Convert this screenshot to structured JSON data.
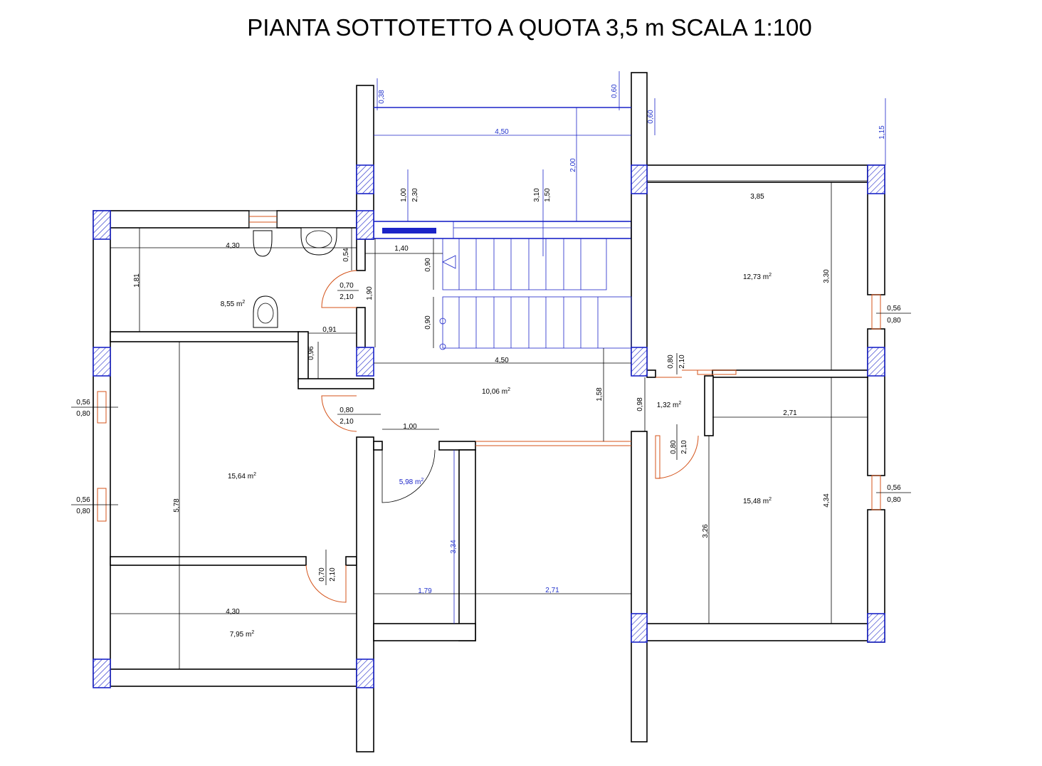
{
  "title": "PIANTA SOTTOTETTO A QUOTA 3,5 m  SCALA 1:100",
  "area_unit": "m",
  "area_exp": "2",
  "rooms": [
    {
      "id": "bath",
      "area": "8,55"
    },
    {
      "id": "hall",
      "area": "10,06"
    },
    {
      "id": "bed_left",
      "area": "15,64"
    },
    {
      "id": "bottom_left",
      "area": "7,95"
    },
    {
      "id": "closet",
      "area": "5,98"
    },
    {
      "id": "corridor_small",
      "area": "1,32"
    },
    {
      "id": "bed_right_top",
      "area": "12,73"
    },
    {
      "id": "bed_right_bottom",
      "area": "15,48"
    }
  ],
  "dimensions": {
    "top_038": "0,38",
    "top_060a": "0,60",
    "top_060b": "0,60",
    "top_115": "1,15",
    "top_450": "4,50",
    "top_200": "2,00",
    "stair_100": "1,00",
    "stair_230": "2,30",
    "stair_310": "3,10",
    "stair_150": "1,50",
    "right_385": "3,85",
    "right_330": "3,30",
    "bath_430": "4,30",
    "bath_181": "1,81",
    "bath_054": "0,54",
    "stair_140": "1,40",
    "stair_090a": "0,90",
    "stair_090b": "0,90",
    "hall_190": "1,90",
    "bath_091": "0,91",
    "bath_096": "0,96",
    "hall_450": "4,50",
    "hall_158": "1,58",
    "corr_098": "0,98",
    "closet_100": "1,00",
    "right_271a": "2,71",
    "right_434": "4,34",
    "right_326": "3,26",
    "left_578": "5,78",
    "closet_334": "3,34",
    "bottom_179": "1,79",
    "bottom_271": "2,71",
    "bottom_430": "4,30"
  },
  "openings": {
    "door_bath_w": "0,70",
    "door_bath_h": "2,10",
    "door_bed_w": "0,80",
    "door_bed_h": "2,10",
    "door_bottom_w": "0,70",
    "door_bottom_h": "2,10",
    "door_r1_w": "0,80",
    "door_r1_h": "2,10",
    "door_r2_w": "0,80",
    "door_r2_h": "2,10",
    "win_l1_w": "0,56",
    "win_l1_h": "0,80",
    "win_l2_w": "0,56",
    "win_l2_h": "0,80",
    "win_r1_w": "0,56",
    "win_r1_h": "0,80",
    "win_r2_w": "0,56",
    "win_r2_h": "0,80"
  },
  "colors": {
    "walls": "#000000",
    "structure_blue": "#1b24c8",
    "doors_orange": "#d4531a"
  }
}
